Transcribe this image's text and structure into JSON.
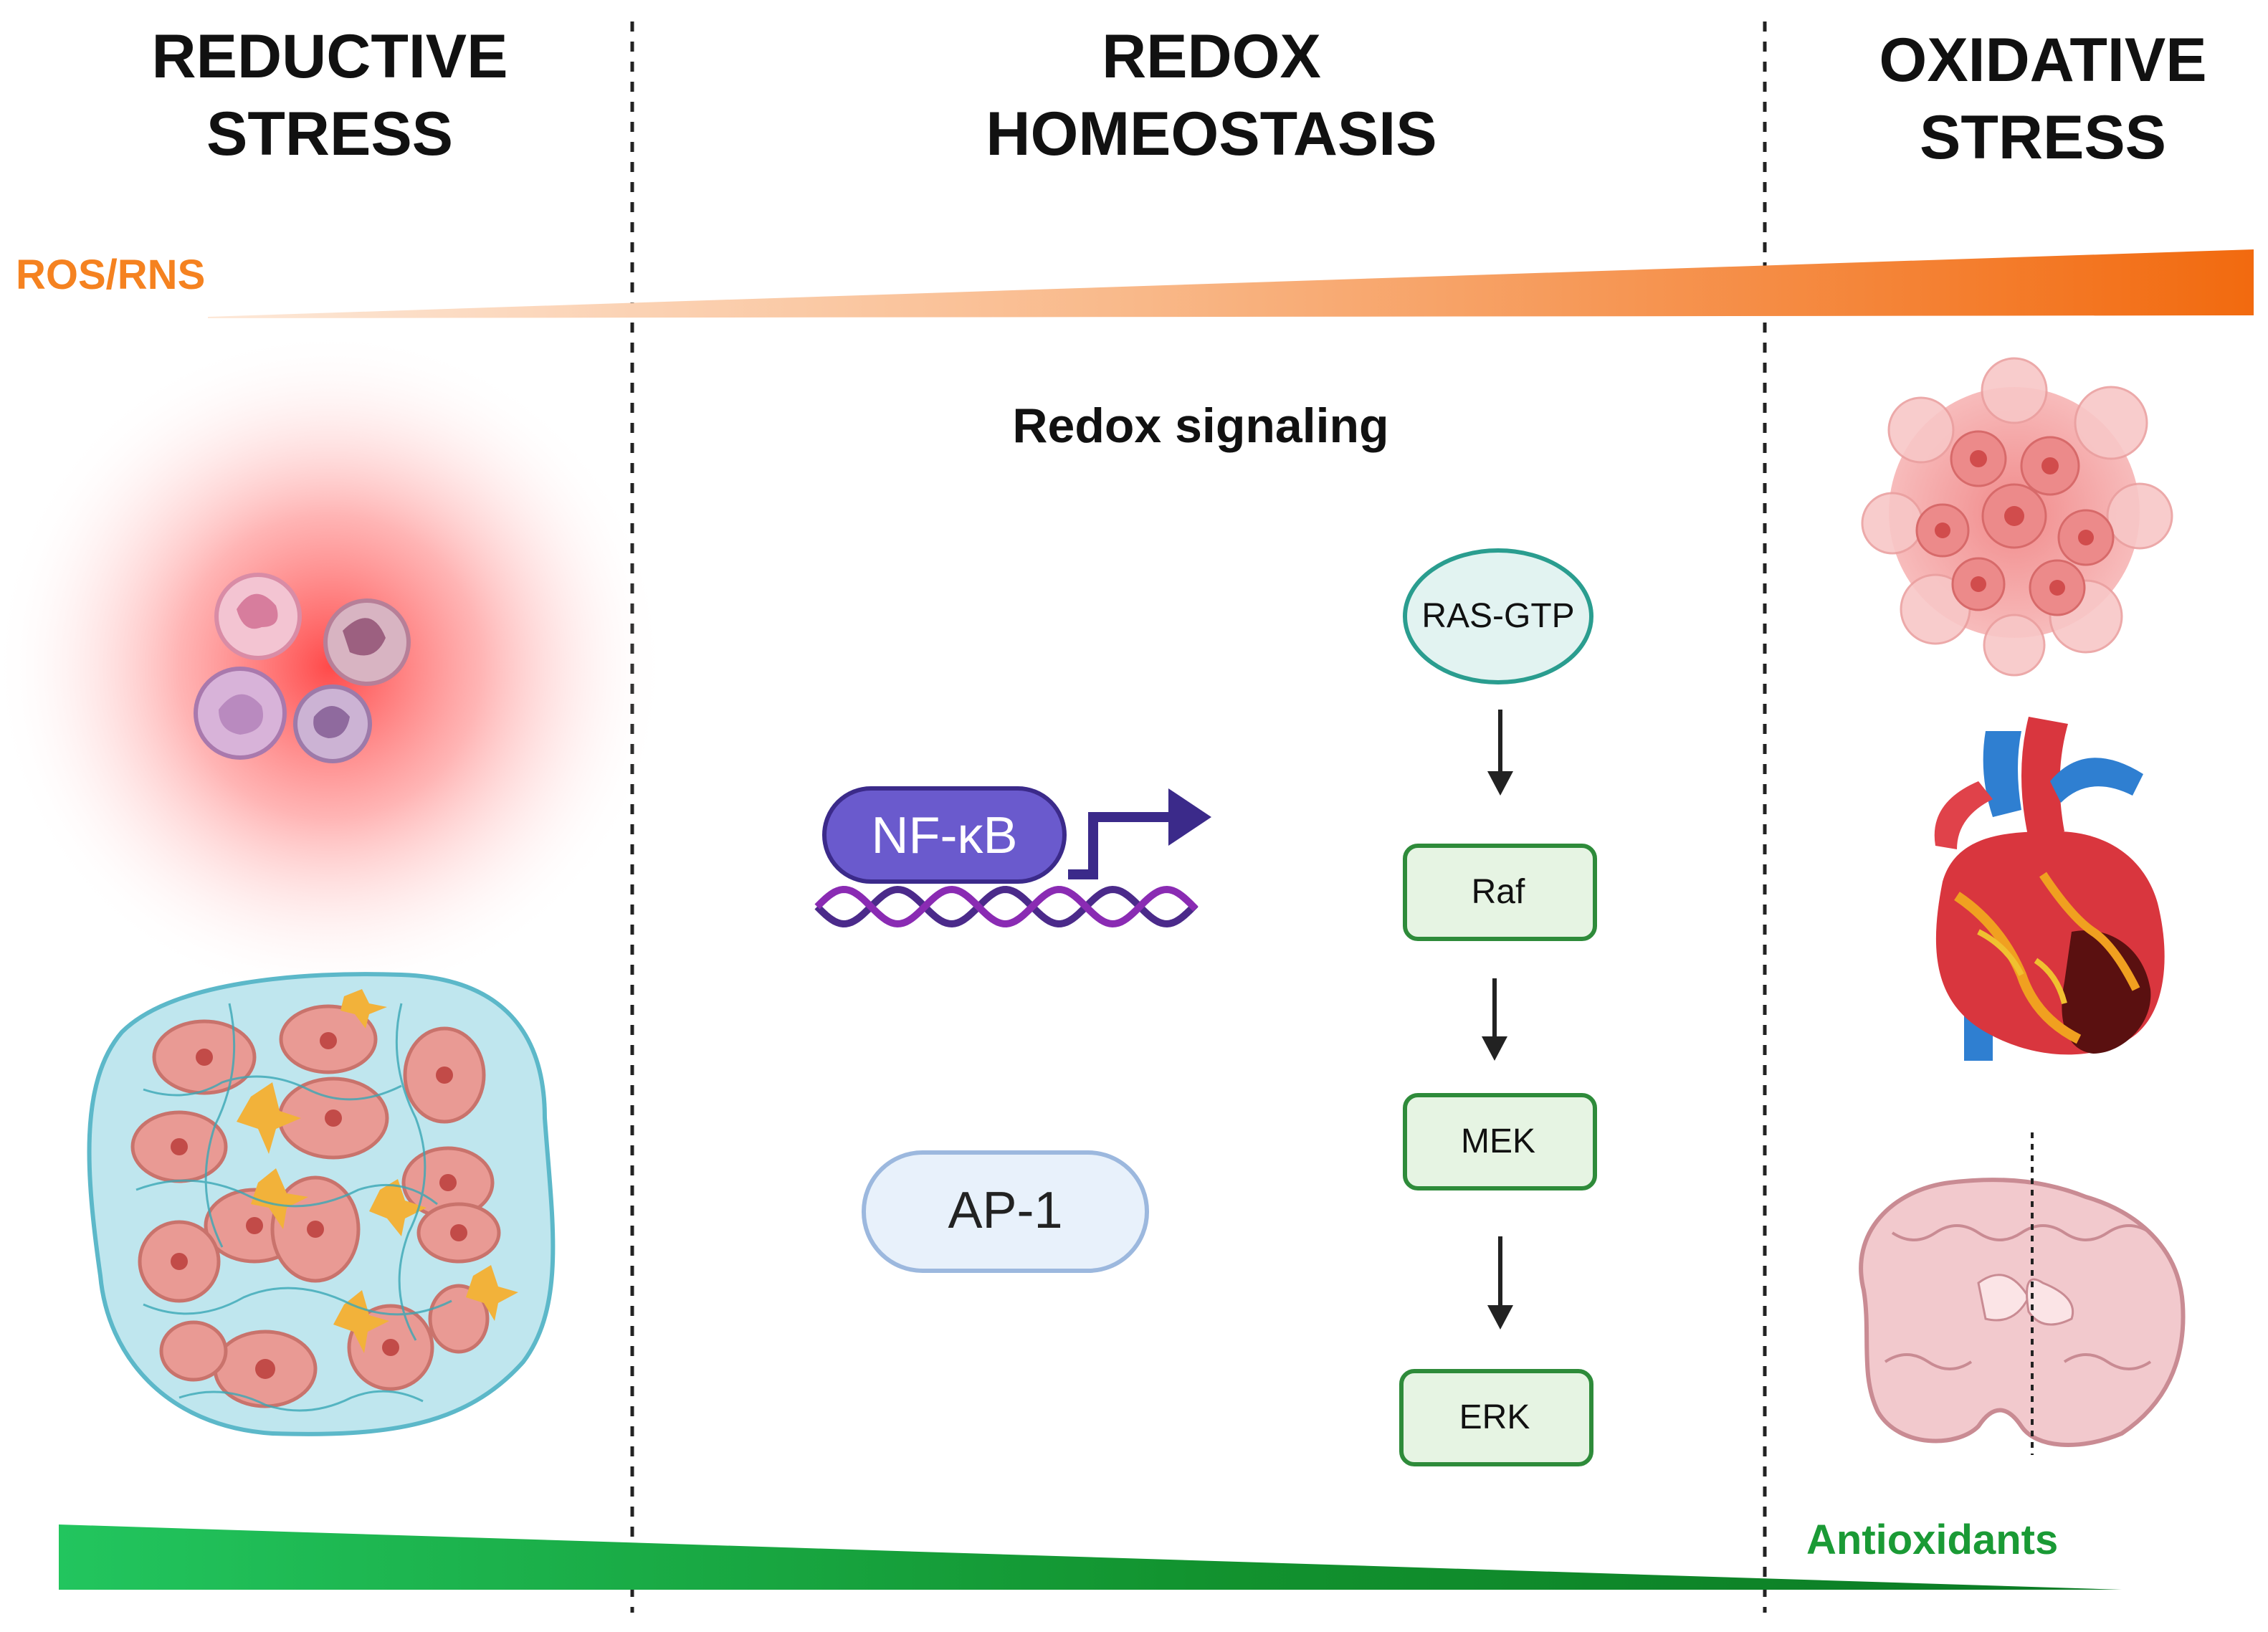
{
  "headers": {
    "reductive": "REDUCTIVE\nSTRESS",
    "homeostasis": "REDOX\nHOMEOSTASIS",
    "oxidative": "OXIDATIVE\nSTRESS"
  },
  "gradients": {
    "ros_label": "ROS/RNS",
    "antioxidants_label": "Antioxidants",
    "ros_color": "#f26a0f",
    "antioxidant_color": "#19a33c"
  },
  "signaling_title": "Redox signaling",
  "transcription_factors": {
    "nfkb": "NF-κB",
    "ap1": "AP-1"
  },
  "cascade": [
    "RAS-GTP",
    "Raf",
    "MEK",
    "ERK"
  ],
  "icons": {
    "left_top": "immune-cells-icon",
    "left_bottom": "tissue-cells-icon",
    "right_top": "tumor-cells-icon",
    "right_middle": "heart-icon",
    "right_bottom": "brain-section-icon",
    "dna": "dna-icon",
    "arrow": "transcription-arrow-icon"
  }
}
